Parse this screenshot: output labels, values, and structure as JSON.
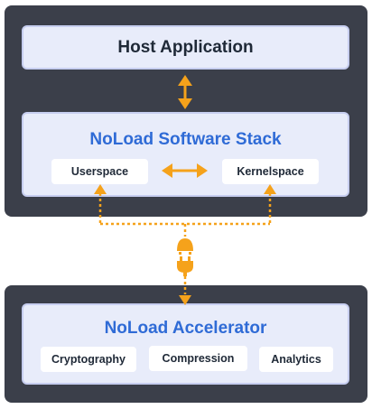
{
  "host": {
    "app_title": "Host Application",
    "stack_title": "NoLoad Software Stack",
    "userspace_label": "Userspace",
    "kernelspace_label": "Kernelspace"
  },
  "accelerator": {
    "title": "NoLoad Accelerator",
    "cryptography_label": "Cryptography",
    "compression_label": "Compression",
    "analytics_label": "Analytics"
  },
  "colors": {
    "panel": "#3b3f4a",
    "box": "#e8ecfa",
    "accent_blue": "#2f6bd6",
    "connector_orange": "#f5a21b"
  },
  "icons": {
    "connector": "plug-icon"
  }
}
